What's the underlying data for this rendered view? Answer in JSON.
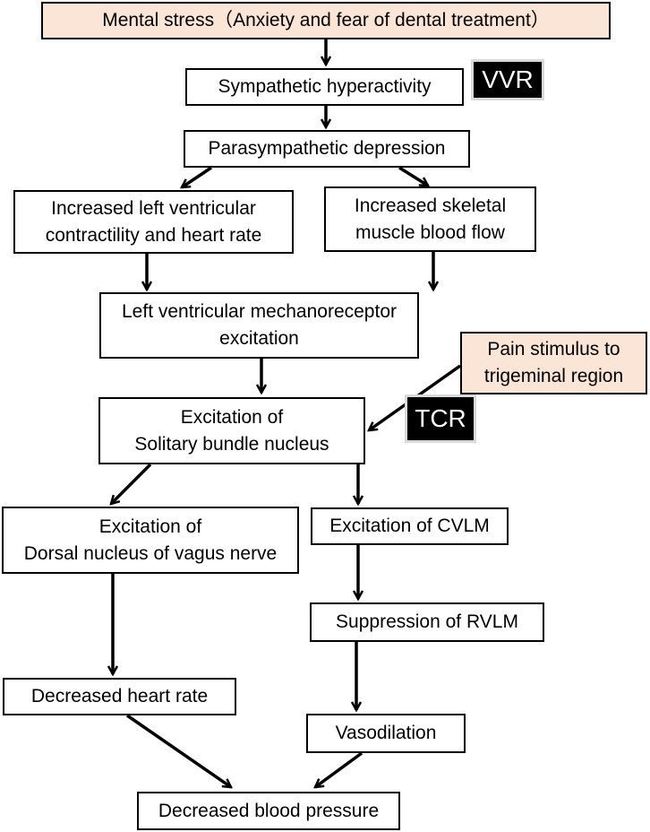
{
  "colors": {
    "node_border": "#000000",
    "highlight_fill": "#fbe5d6",
    "tag_fill": "#000000",
    "tag_text": "#ffffff",
    "arrow": "#000000"
  },
  "nodes": {
    "mental_stress": "Mental stress（Anxiety and fear of dental treatment）",
    "sympathetic": "Sympathetic hyperactivity",
    "parasympathetic": "Parasympathetic depression",
    "lv_contractility": [
      "Increased left ventricular",
      "contractility and heart rate"
    ],
    "skeletal_flow": [
      "Increased skeletal",
      "muscle blood flow"
    ],
    "lv_mechanoreceptor": [
      "Left ventricular mechanoreceptor",
      "excitation"
    ],
    "pain_stimulus": [
      "Pain stimulus to",
      "trigeminal region"
    ],
    "solitary_nucleus": [
      "Excitation of",
      "Solitary bundle nucleus"
    ],
    "dorsal_vagus": [
      "Excitation of",
      "Dorsal nucleus of vagus nerve"
    ],
    "cvlm": "Excitation of CVLM",
    "rvlm": "Suppression of RVLM",
    "heart_rate": "Decreased heart rate",
    "vasodilation": "Vasodilation",
    "blood_pressure": "Decreased blood pressure"
  },
  "tags": {
    "vvr": "VVR",
    "tcr": "TCR"
  }
}
